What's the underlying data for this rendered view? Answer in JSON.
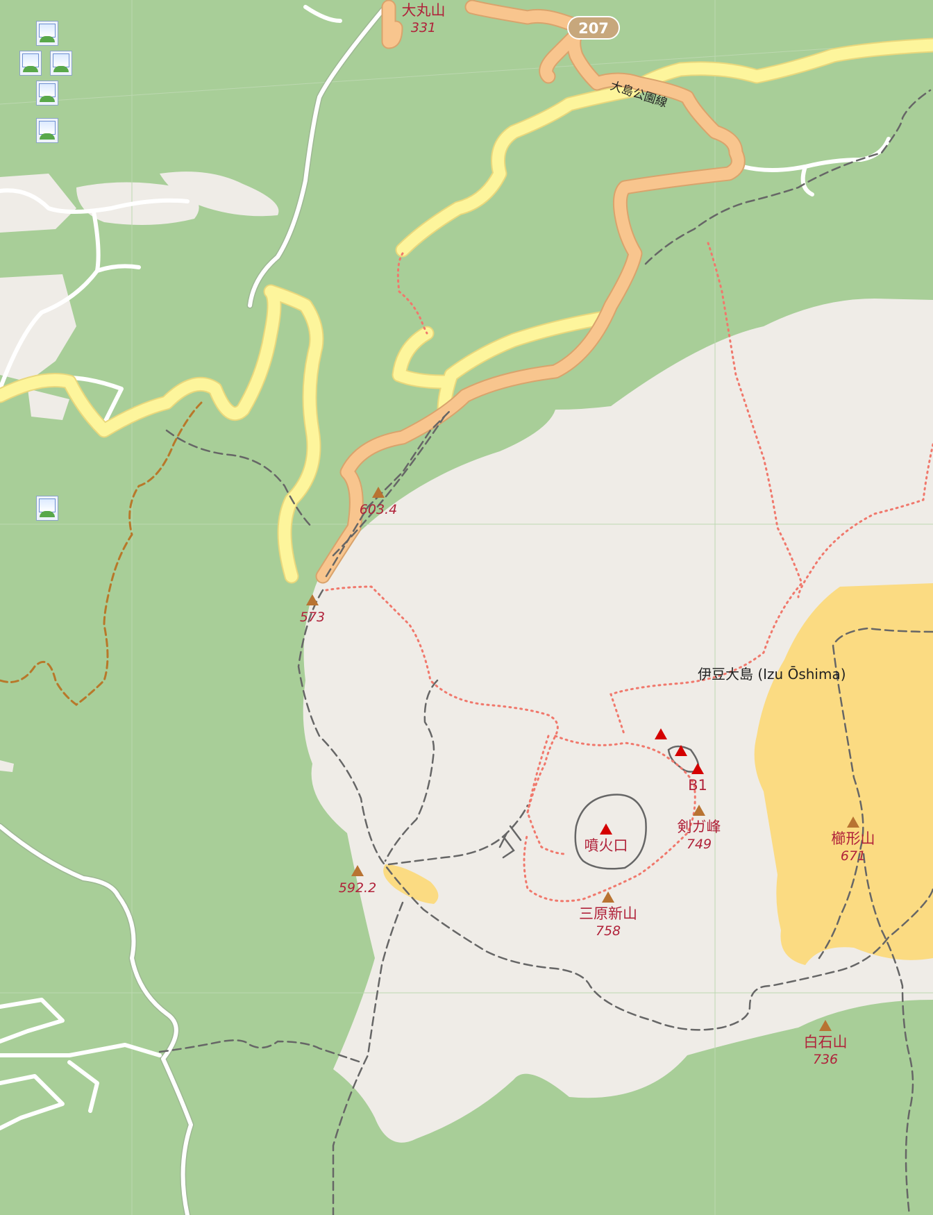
{
  "colors": {
    "forest": "#a8ce98",
    "bare_rock": "#efece7",
    "scrub": "#fbdb82",
    "primary_road": "#f8c58e",
    "secondary_road": "#fdf59c",
    "minor_road": "#ffffff",
    "track": "#666666",
    "footpath": "#f0786c",
    "bridleway": "#b8782a",
    "peak_marker": "#b87332",
    "volcano_marker": "#d40000",
    "label": "#b0223a"
  },
  "icons": [
    "broken-image-icon",
    "peak-icon",
    "volcano-icon",
    "crater-icon"
  ],
  "labels": {
    "route_shield": "207",
    "road_name": "大島公園線",
    "island": "伊豆大島 (Izu Ōshima)"
  },
  "peaks": [
    {
      "name": "大丸山",
      "ele": "331"
    },
    {
      "name": "",
      "ele": "603.4"
    },
    {
      "name": "",
      "ele": "573"
    },
    {
      "name": "",
      "ele": "592.2"
    },
    {
      "name": "三原新山",
      "ele": "758"
    },
    {
      "name": "剣ガ峰",
      "ele": "749"
    },
    {
      "name": "櫛形山",
      "ele": "671"
    },
    {
      "name": "白石山",
      "ele": "736"
    }
  ],
  "volcanoes": [
    {
      "name": "噴火口"
    },
    {
      "name": "B1"
    }
  ]
}
